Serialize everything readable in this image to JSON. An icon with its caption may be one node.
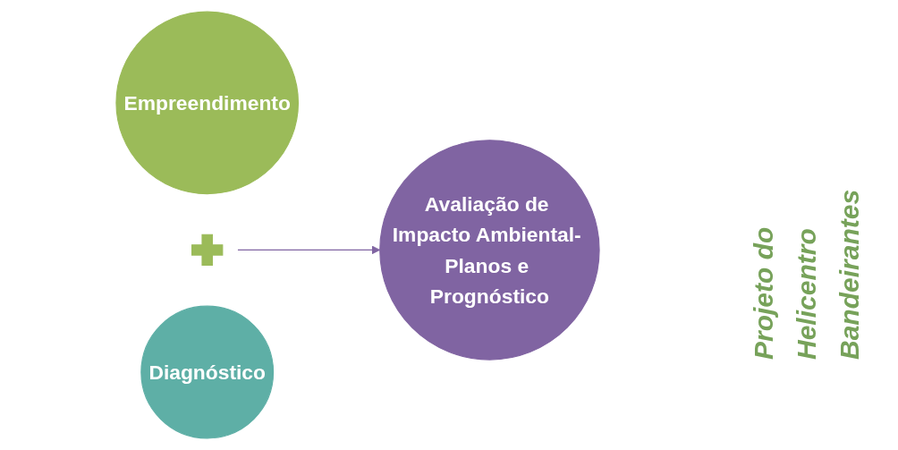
{
  "diagram": {
    "nodes": [
      {
        "text": [
          "Empreendimento"
        ]
      },
      {
        "text": [],
        "shape": "plus"
      },
      {
        "text": [
          "Diagnóstico"
        ]
      },
      {
        "text": [
          "Avaliação de Impacto Ambiental- Planos e Prognóstico"
        ]
      }
    ],
    "edges": [
      {
        "from": 1,
        "to": 3,
        "arrow": "to",
        "color": "#8064a2"
      }
    ],
    "labels": [
      "Projeto do Helicentro Bandeirantes"
    ]
  }
}
